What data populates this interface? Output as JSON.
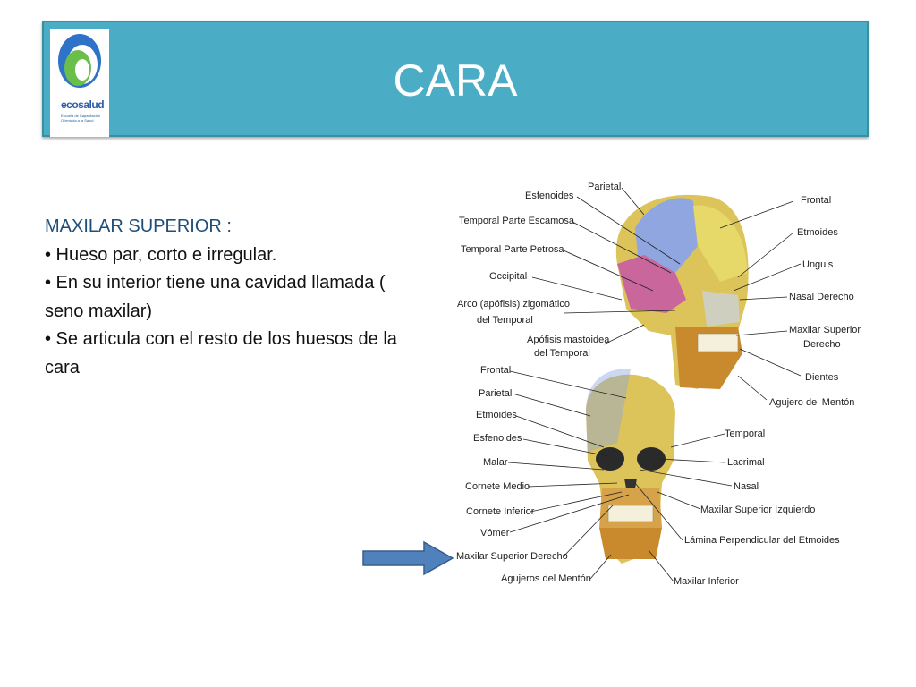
{
  "header": {
    "title": "CARA",
    "logo": {
      "brand": "ecosalud",
      "tagline": "Escuela de Capacitación Orientada a la Salud"
    }
  },
  "content": {
    "heading": "MAXILAR SUPERIOR :",
    "bullets": [
      "• Hueso par, corto e irregular.",
      "• En su interior tiene una cavidad llamada ( seno maxilar)",
      "• Se articula con el resto de los huesos de la cara"
    ]
  },
  "diagram": {
    "lateral_left": [
      "Esfenoides",
      "Parietal",
      "Temporal Parte Escamosa",
      "Temporal Parte Petrosa",
      "Occipital",
      "Arco (apófisis) zigomático",
      "del Temporal",
      "Apófisis mastoidea",
      "del Temporal"
    ],
    "lateral_right": [
      "Frontal",
      "Etmoides",
      "Unguis",
      "Nasal Derecho",
      "Maxilar Superior",
      "Derecho",
      "Dientes",
      "Agujero del Mentón"
    ],
    "frontal_left": [
      "Frontal",
      "Parietal",
      "Etmoides",
      "Esfenoides",
      "Malar",
      "Cornete Medio",
      "Cornete Inferior",
      "Vómer",
      "Maxilar Superior Derecho",
      "Agujeros del Mentón"
    ],
    "frontal_right": [
      "Temporal",
      "Lacrimal",
      "Nasal",
      "Maxilar Superior Izquierdo",
      "Lámina Perpendicular del Etmoides",
      "Maxilar Inferior"
    ],
    "colors": {
      "parietal": "#8fa6e0",
      "frontal": "#e6d96a",
      "temporal": "#c9669c",
      "maxilar": "#c98a2e"
    }
  }
}
